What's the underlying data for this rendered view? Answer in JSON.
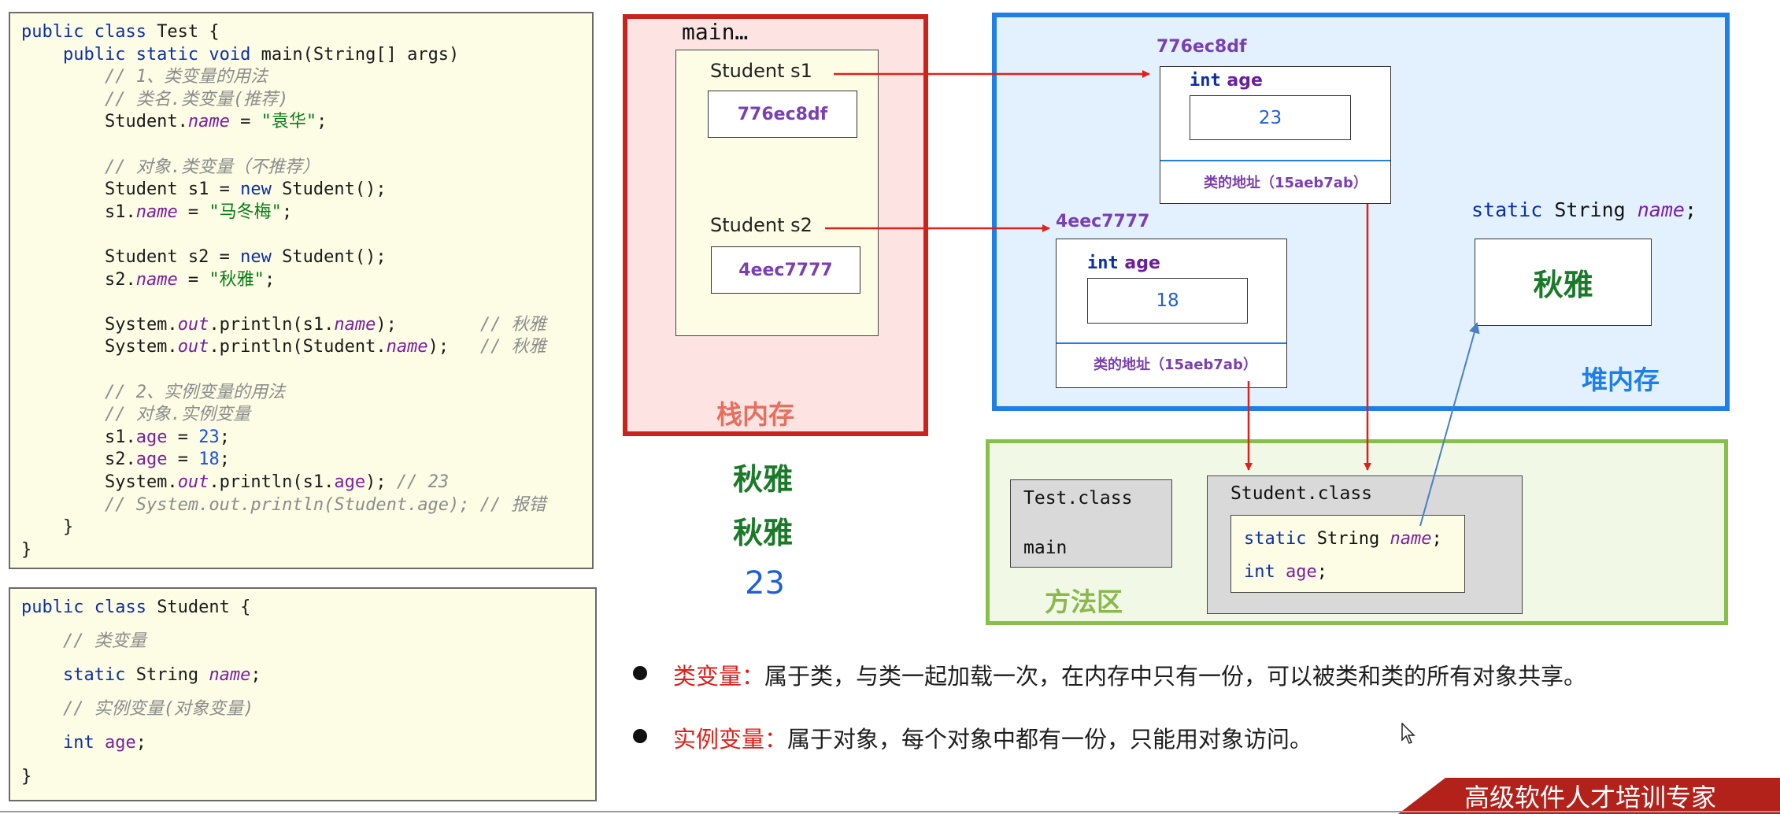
{
  "test_code": {
    "lines": [
      [
        {
          "t": "public class ",
          "c": "kw"
        },
        {
          "t": "Test {",
          "c": ""
        }
      ],
      [
        {
          "t": "    public static void ",
          "c": "kw"
        },
        {
          "t": "main(String[] args)",
          "c": ""
        }
      ],
      [
        {
          "t": "        // 1、类变量的用法",
          "c": "cm"
        }
      ],
      [
        {
          "t": "        // 类名.类变量(推荐)",
          "c": "cm"
        }
      ],
      [
        {
          "t": "        Student.",
          "c": ""
        },
        {
          "t": "name",
          "c": "fld"
        },
        {
          "t": " = ",
          "c": ""
        },
        {
          "t": "\"袁华\"",
          "c": "str"
        },
        {
          "t": ";",
          "c": ""
        }
      ],
      [],
      [
        {
          "t": "        // 对象.类变量（不推荐）",
          "c": "cm"
        }
      ],
      [
        {
          "t": "        Student s1 = ",
          "c": ""
        },
        {
          "t": "new ",
          "c": "kw"
        },
        {
          "t": "Student();",
          "c": ""
        }
      ],
      [
        {
          "t": "        s1.",
          "c": ""
        },
        {
          "t": "name",
          "c": "fld"
        },
        {
          "t": " = ",
          "c": ""
        },
        {
          "t": "\"马冬梅\"",
          "c": "str"
        },
        {
          "t": ";",
          "c": ""
        }
      ],
      [],
      [
        {
          "t": "        Student s2 = ",
          "c": ""
        },
        {
          "t": "new ",
          "c": "kw"
        },
        {
          "t": "Student();",
          "c": ""
        }
      ],
      [
        {
          "t": "        s2.",
          "c": ""
        },
        {
          "t": "name",
          "c": "fld"
        },
        {
          "t": " = ",
          "c": ""
        },
        {
          "t": "\"秋雅\"",
          "c": "str"
        },
        {
          "t": ";",
          "c": ""
        }
      ],
      [],
      [
        {
          "t": "        System.",
          "c": ""
        },
        {
          "t": "out",
          "c": "fld"
        },
        {
          "t": ".println(s1.",
          "c": ""
        },
        {
          "t": "name",
          "c": "fld"
        },
        {
          "t": ");        ",
          "c": ""
        },
        {
          "t": "// 秋雅",
          "c": "cm"
        }
      ],
      [
        {
          "t": "        System.",
          "c": ""
        },
        {
          "t": "out",
          "c": "fld"
        },
        {
          "t": ".println(Student.",
          "c": ""
        },
        {
          "t": "name",
          "c": "fld"
        },
        {
          "t": ");   ",
          "c": ""
        },
        {
          "t": "// 秋雅",
          "c": "cm"
        }
      ],
      [],
      [
        {
          "t": "        // 2、实例变量的用法",
          "c": "cm"
        }
      ],
      [
        {
          "t": "        // 对象.实例变量",
          "c": "cm"
        }
      ],
      [
        {
          "t": "        s1.",
          "c": ""
        },
        {
          "t": "age",
          "c": "fld2"
        },
        {
          "t": " = ",
          "c": ""
        },
        {
          "t": "23",
          "c": "num"
        },
        {
          "t": ";",
          "c": ""
        }
      ],
      [
        {
          "t": "        s2.",
          "c": ""
        },
        {
          "t": "age",
          "c": "fld2"
        },
        {
          "t": " = ",
          "c": ""
        },
        {
          "t": "18",
          "c": "num"
        },
        {
          "t": ";",
          "c": ""
        }
      ],
      [
        {
          "t": "        System.",
          "c": ""
        },
        {
          "t": "out",
          "c": "fld"
        },
        {
          "t": ".println(s1.",
          "c": ""
        },
        {
          "t": "age",
          "c": "fld2"
        },
        {
          "t": "); ",
          "c": ""
        },
        {
          "t": "// 23",
          "c": "cm"
        }
      ],
      [
        {
          "t": "        // System.out.println(Student.age); // 报错",
          "c": "cm"
        }
      ],
      [
        {
          "t": "    }",
          "c": ""
        }
      ],
      [
        {
          "t": "}",
          "c": ""
        }
      ]
    ]
  },
  "student_code": {
    "lines": [
      [
        {
          "t": "public class ",
          "c": "kw"
        },
        {
          "t": "Student {",
          "c": ""
        }
      ],
      [
        {
          "t": "    // 类变量",
          "c": "cm"
        }
      ],
      [
        {
          "t": "    static ",
          "c": "kw"
        },
        {
          "t": "String ",
          "c": ""
        },
        {
          "t": "name",
          "c": "fld"
        },
        {
          "t": ";",
          "c": ""
        }
      ],
      [
        {
          "t": "    // 实例变量(对象变量)",
          "c": "cm"
        }
      ],
      [
        {
          "t": "    int ",
          "c": "kw"
        },
        {
          "t": "age",
          "c": "fld2"
        },
        {
          "t": ";",
          "c": ""
        }
      ],
      [
        {
          "t": "}",
          "c": ""
        }
      ]
    ]
  },
  "stack": {
    "title": "栈内存",
    "frame_label": "main…",
    "s1_label": "Student  s1",
    "s1_value": "776ec8df",
    "s2_label": "Student  s2",
    "s2_value": "4eec7777"
  },
  "output": {
    "line1": "秋雅",
    "line2": "秋雅",
    "line3": "23"
  },
  "heap": {
    "title": "堆内存",
    "obj1_addr": "776ec8df",
    "obj1_field_kw": "int",
    "obj1_field": "age",
    "obj1_value": "23",
    "obj1_class_addr": "类的地址（15aeb7ab）",
    "obj2_addr": "4eec7777",
    "obj2_field_kw": "int",
    "obj2_field": "age",
    "obj2_value": "18",
    "obj2_class_addr": "类的地址（15aeb7ab）",
    "static_decl_kw": "static",
    "static_decl_type": "String",
    "static_decl_name": "name",
    "static_decl_end": ";",
    "static_value": "秋雅"
  },
  "method_area": {
    "title": "方法区",
    "test_class_name": "Test.class",
    "test_class_method": "main",
    "student_class_name": "Student.class",
    "student_field1_kw": "static",
    "student_field1_type": "String",
    "student_field1_name": "name",
    "student_field1_end": ";",
    "student_field2_kw": "int",
    "student_field2_name": "age",
    "student_field2_end": ";"
  },
  "bullets": [
    {
      "term": "类变量：",
      "text": "属于类，与类一起加载一次，在内存中只有一份，可以被类和类的所有对象共享。"
    },
    {
      "term": "实例变量：",
      "text": "属于对象，每个对象中都有一份，只能用对象访问。"
    }
  ],
  "banner_text": "高级软件人才培训专家",
  "colors": {
    "stack_border": "#c8231c",
    "heap_border": "#1f7fe6",
    "method_border": "#86c04a",
    "arrow_red": "#e0201a",
    "arrow_blue": "#4a7fc4"
  }
}
